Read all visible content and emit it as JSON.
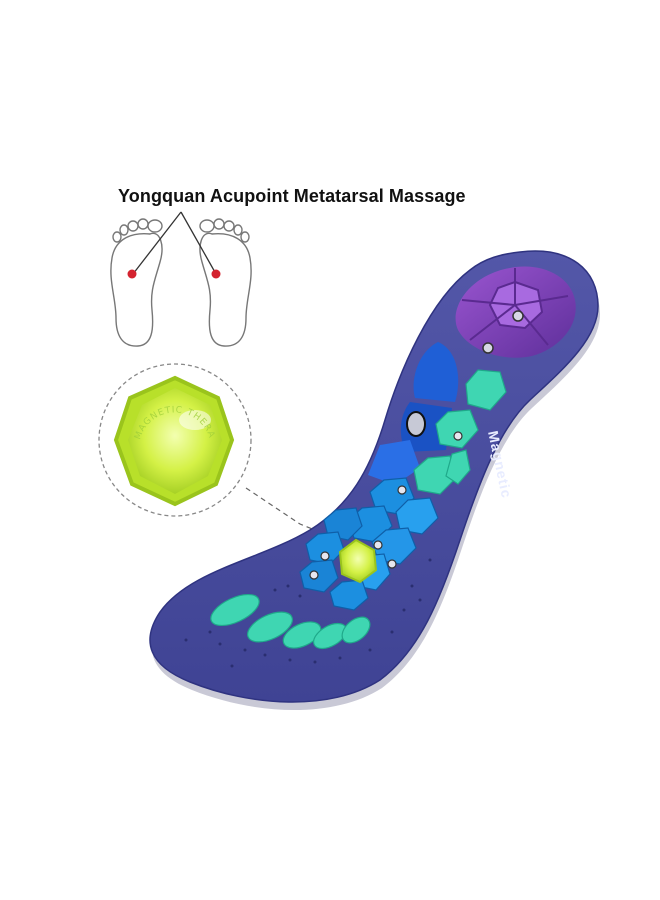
{
  "heading": "Yongquan Acupoint Metatarsal Massage",
  "insole_label": "Magnetic",
  "pad_lettering": "MAGNETIC THERAPY INSOLE",
  "icons": [
    "left-foot-outline-icon",
    "right-foot-outline-icon",
    "acupoint-marker-icon",
    "magnifier-callout-icon"
  ],
  "colors": {
    "insole_base": "#4a4e9e",
    "heel_cup": "#7a3fb0",
    "arch_blue": "#1f5fd6",
    "forefoot_blue": "#1c8fe0",
    "mint_pad": "#3fd6b2",
    "lime_center": "#c9ec3a",
    "acupoint_red": "#d4232f"
  }
}
